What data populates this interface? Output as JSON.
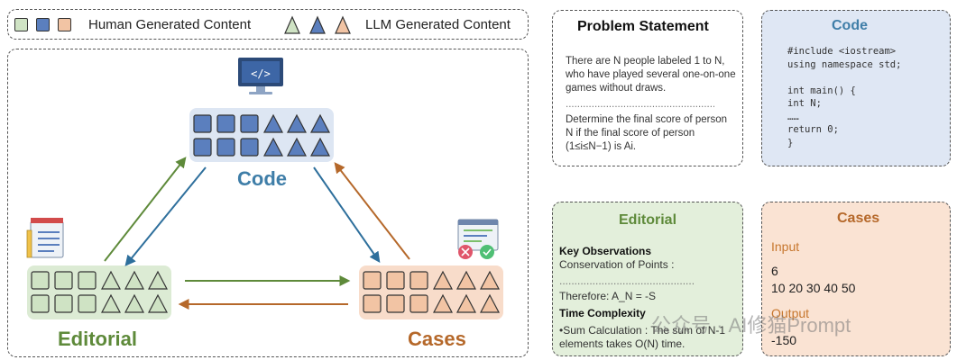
{
  "legend": {
    "human_label": "Human Generated Content",
    "llm_label": "LLM Generated Content"
  },
  "colors": {
    "editorial": "#cfe3c4",
    "code": "#5b7fbe",
    "cases": "#f2c4a4",
    "editorial_arrow": "#5e8a3a",
    "code_arrow": "#2e6f9c",
    "cases_arrow": "#b5682a"
  },
  "nodes": {
    "code": "Code",
    "editorial": "Editorial",
    "cases": "Cases"
  },
  "problem": {
    "title": "Problem Statement",
    "p1": "There are N people labeled 1 to N, who have played several one-on-one games without draws.",
    "sep": "........................................................",
    "p2": "Determine the final score of person N if the final score of person (1≤i≤N−1) is Ai."
  },
  "code_panel": {
    "title": "Code",
    "lines": [
      "#include <iostream>",
      "using namespace std;",
      "",
      "int main() {",
      "    int N;",
      "    ……",
      "    return 0;",
      "}"
    ]
  },
  "editorial_panel": {
    "title": "Editorial",
    "key_obs": "Key Observations",
    "conservation": "Conservation of Points :",
    "sep": "........................................................",
    "therefore": "Therefore: A_N = -S",
    "time_complexity": "Time Complexity",
    "sum_calc": "•Sum Calculation : The sum of N-1 elements takes O(N) time."
  },
  "cases_panel": {
    "title": "Cases",
    "input_label": "Input",
    "input_line1": "6",
    "input_line2": "10 20 30 40 50",
    "output_label": "Output",
    "output_value": "-150"
  },
  "watermark": "公众号 · AI修猫Prompt"
}
